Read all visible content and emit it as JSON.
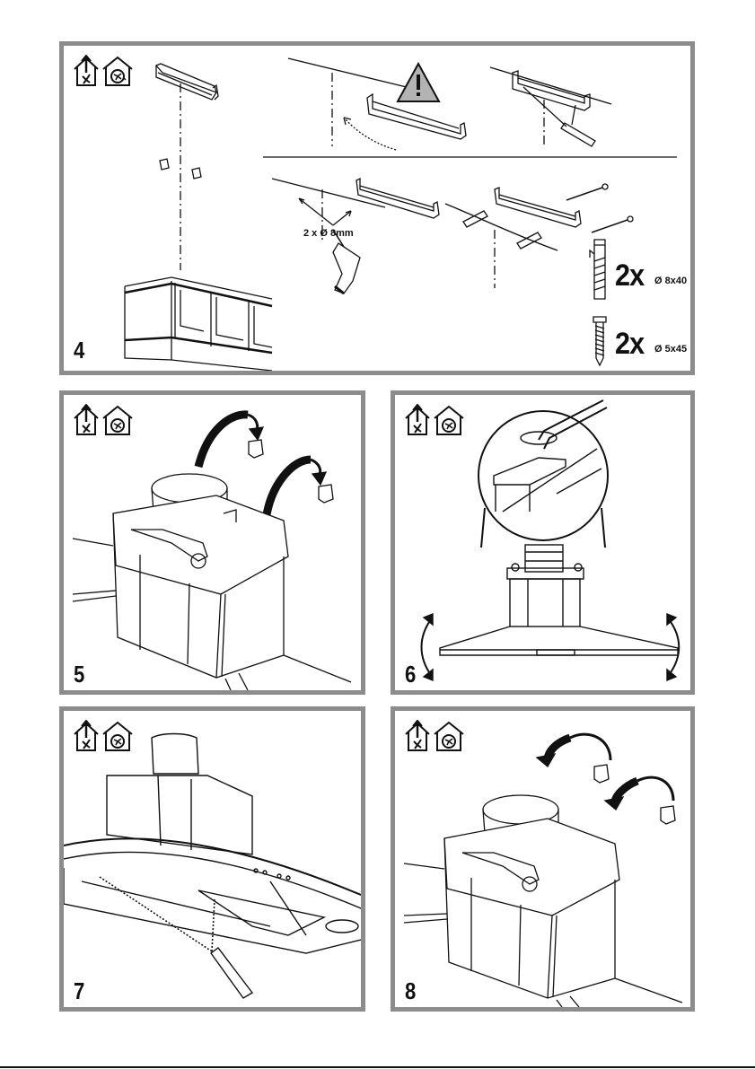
{
  "page": {
    "border_color": "#8c8c8c",
    "ink_color": "#111111",
    "warning_fill": "#b3b3b3"
  },
  "icons": {
    "ducted_mode": "house-fan-arrow-up-icon",
    "recirculation_mode": "house-fan-recirculate-icon",
    "warning": "warning-triangle-icon"
  },
  "steps": [
    {
      "number": "4"
    },
    {
      "number": "5"
    },
    {
      "number": "6"
    },
    {
      "number": "7"
    },
    {
      "number": "8"
    }
  ],
  "step4": {
    "warning_mark": "!",
    "drill_label": "2 x Ø 8mm",
    "parts": [
      {
        "qty": "2x",
        "spec": "Ø 8x40",
        "icon": "wall-plug-icon"
      },
      {
        "qty": "2x",
        "spec": "Ø 5x45",
        "icon": "screw-icon"
      }
    ]
  }
}
